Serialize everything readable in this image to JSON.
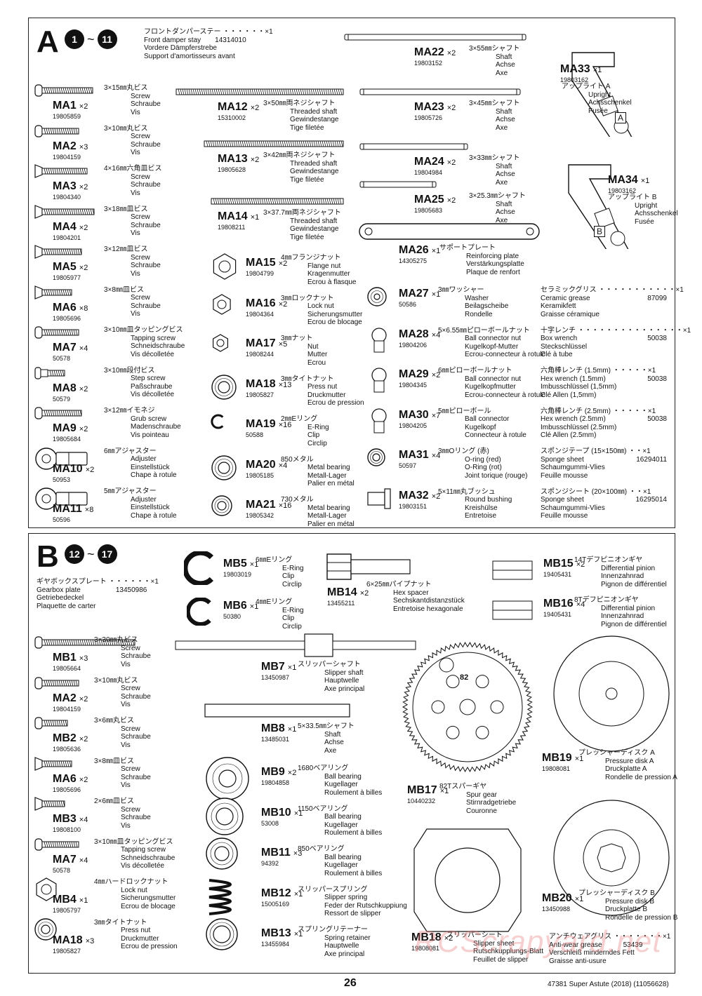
{
  "sectionA": {
    "letter": "A",
    "step_from": "1",
    "step_to": "11",
    "tilde": "~",
    "header_item": {
      "jp": "フロントダンパーステー ・・・・・・×1",
      "en": "Front damper stay",
      "pn": "14314010",
      "de": "Vordere Dämpferstrebe",
      "fr": "Support d'amortisseurs avant"
    },
    "left_parts": [
      {
        "code": "MA1",
        "qty": "×2",
        "pn": "19805859",
        "jp": "3×15㎜丸ビス",
        "en": "Screw",
        "de": "Schraube",
        "fr": "Vis"
      },
      {
        "code": "MA2",
        "qty": "×3",
        "pn": "19804159",
        "jp": "3×10㎜丸ビス",
        "en": "Screw",
        "de": "Schraube",
        "fr": "Vis"
      },
      {
        "code": "MA3",
        "qty": "×2",
        "pn": "19804340",
        "jp": "4×16㎜六角皿ビス",
        "en": "Screw",
        "de": "Schraube",
        "fr": "Vis"
      },
      {
        "code": "MA4",
        "qty": "×2",
        "pn": "19804201",
        "jp": "3×18㎜皿ビス",
        "en": "Screw",
        "de": "Schraube",
        "fr": "Vis"
      },
      {
        "code": "MA5",
        "qty": "×2",
        "pn": "19805977",
        "jp": "3×12㎜皿ビス",
        "en": "Screw",
        "de": "Schraube",
        "fr": "Vis"
      },
      {
        "code": "MA6",
        "qty": "×8",
        "pn": "19805696",
        "jp": "3×8㎜皿ビス",
        "en": "Screw",
        "de": "Schraube",
        "fr": "Vis"
      },
      {
        "code": "MA7",
        "qty": "×4",
        "pn": "50578",
        "jp": "3×10㎜皿タッピングビス",
        "en": "Tapping screw",
        "de": "Schneidschraube",
        "fr": "Vis décolletée"
      },
      {
        "code": "MA8",
        "qty": "×2",
        "pn": "50579",
        "jp": "3×10㎜段付ビス",
        "en": "Step screw",
        "de": "Paßschraube",
        "fr": "Vis décolletée"
      },
      {
        "code": "MA9",
        "qty": "×2",
        "pn": "19805684",
        "jp": "3×12㎜イモネジ",
        "en": "Grub screw",
        "de": "Madenschraube",
        "fr": "Vis pointeau"
      },
      {
        "code": "MA10",
        "qty": "×2",
        "pn": "50953",
        "jp": "6㎜アジャスター",
        "en": "Adjuster",
        "de": "Einstellstück",
        "fr": "Chape à rotule"
      },
      {
        "code": "MA11",
        "qty": "×8",
        "pn": "50596",
        "jp": "5㎜アジャスター",
        "en": "Adjuster",
        "de": "Einstellstück",
        "fr": "Chape à rotule"
      }
    ],
    "mid_parts": [
      {
        "code": "MA12",
        "qty": "×2",
        "pn": "15310002",
        "jp": "3×50㎜両ネジシャフト",
        "en": "Threaded shaft",
        "de": "Gewindestange",
        "fr": "Tige filetée"
      },
      {
        "code": "MA13",
        "qty": "×2",
        "pn": "19805628",
        "jp": "3×42㎜両ネジシャフト",
        "en": "Threaded shaft",
        "de": "Gewindestange",
        "fr": "Tige filetée"
      },
      {
        "code": "MA14",
        "qty": "×1",
        "pn": "19808211",
        "jp": "3×37.7㎜両ネジシャフト",
        "en": "Threaded shaft",
        "de": "Gewindestange",
        "fr": "Tige filetée"
      },
      {
        "code": "MA15",
        "qty": "×2",
        "pn": "19804799",
        "jp": "4㎜フランジナット",
        "en": "Flange nut",
        "de": "Kragenmutter",
        "fr": "Ecrou à flasque"
      },
      {
        "code": "MA16",
        "qty": "×2",
        "pn": "19804364",
        "jp": "3㎜ロックナット",
        "en": "Lock nut",
        "de": "Sicherungsmutter",
        "fr": "Ecrou de blocage"
      },
      {
        "code": "MA17",
        "qty": "×5",
        "pn": "19808244",
        "jp": "3㎜ナット",
        "en": "Nut",
        "de": "Mutter",
        "fr": "Ecrou"
      },
      {
        "code": "MA18",
        "qty": "×13",
        "pn": "19805827",
        "jp": "3㎜タイトナット",
        "en": "Press nut",
        "de": "Druckmutter",
        "fr": "Ecrou de pression"
      },
      {
        "code": "MA19",
        "qty": "×16",
        "pn": "50588",
        "jp": "2㎜Eリング",
        "en": "E-Ring",
        "de": "Clip",
        "fr": "Circlip"
      },
      {
        "code": "MA20",
        "qty": "×4",
        "pn": "19805185",
        "jp": "850メタル",
        "en": "Metal bearing",
        "de": "Metall-Lager",
        "fr": "Palier en métal"
      },
      {
        "code": "MA21",
        "qty": "×16",
        "pn": "19805342",
        "jp": "730メタル",
        "en": "Metal bearing",
        "de": "Metall-Lager",
        "fr": "Palier en métal"
      }
    ],
    "right_parts": [
      {
        "code": "MA22",
        "qty": "×2",
        "pn": "19803152",
        "jp": "3×55㎜シャフト",
        "en": "Shaft",
        "de": "Achse",
        "fr": "Axe"
      },
      {
        "code": "MA23",
        "qty": "×2",
        "pn": "19805726",
        "jp": "3×45㎜シャフト",
        "en": "Shaft",
        "de": "Achse",
        "fr": "Axe"
      },
      {
        "code": "MA24",
        "qty": "×2",
        "pn": "19804984",
        "jp": "3×33㎜シャフト",
        "en": "Shaft",
        "de": "Achse",
        "fr": "Axe"
      },
      {
        "code": "MA25",
        "qty": "×2",
        "pn": "19805683",
        "jp": "3×25.3㎜シャフト",
        "en": "Shaft",
        "de": "Achse",
        "fr": "Axe"
      },
      {
        "code": "MA26",
        "qty": "×1",
        "pn": "14305275",
        "jp": "サポートプレート",
        "en": "Reinforcing plate",
        "de": "Verstärkungsplatte",
        "fr": "Plaque de renfort"
      },
      {
        "code": "MA27",
        "qty": "×1",
        "pn": "50586",
        "jp": "3㎜ワッシャー",
        "en": "Washer",
        "de": "Beilagscheibe",
        "fr": "Rondelle"
      },
      {
        "code": "MA28",
        "qty": "×4",
        "pn": "19804206",
        "jp": "5×6.55㎜ピローボールナット",
        "en": "Ball connector nut",
        "de": "Kugelkopf-Mutter",
        "fr": "Ecrou-connecteur à rotule"
      },
      {
        "code": "MA29",
        "qty": "×2",
        "pn": "19804345",
        "jp": "6㎜ピローボールナット",
        "en": "Ball connector nut",
        "de": "Kugelkopfmutter",
        "fr": "Ecrou-connecteur à rotule"
      },
      {
        "code": "MA30",
        "qty": "×7",
        "pn": "19804205",
        "jp": "5㎜ピローボール",
        "en": "Ball connector",
        "de": "Kugelkopf",
        "fr": "Connecteur à rotule"
      },
      {
        "code": "MA31",
        "qty": "×4",
        "pn": "50597",
        "jp": "3㎜Oリング (赤)",
        "en": "O-ring (red)",
        "de": "O-Ring (rot)",
        "fr": "Joint torique (rouge)"
      },
      {
        "code": "MA32",
        "qty": "×2",
        "pn": "19803151",
        "jp": "5×11㎜丸ブッシュ",
        "en": "Round bushing",
        "de": "Kreishülse",
        "fr": "Entretoise"
      }
    ],
    "uprights": [
      {
        "code": "MA33",
        "qty": "×1",
        "pn": "19803162",
        "jp": "アップライト A",
        "en": "Upright",
        "de": "Achsschenkel",
        "fr": "Fusée",
        "tag": "A"
      },
      {
        "code": "MA34",
        "qty": "×1",
        "pn": "19803162",
        "jp": "アップライト B",
        "en": "Upright",
        "de": "Achsschenkel",
        "fr": "Fusée",
        "tag": "B"
      }
    ],
    "tools": [
      {
        "jp": "セラミックグリス ・・・・・・・・・・・×1",
        "en": "Ceramic grease",
        "pn": "87099",
        "de": "Keramikfett",
        "fr": "Graisse céramique"
      },
      {
        "jp": "十字レンチ ・・・・・・・・・・・・・・・×1",
        "en": "Box wrench",
        "pn": "50038",
        "de": "Steckschlüssel",
        "fr": "Clé à tube"
      },
      {
        "jp": "六角棒レンチ (1.5mm) ・・・・・×1",
        "en": "Hex wrench (1.5mm)",
        "pn": "50038",
        "de": "Imbusschlüssel (1,5mm)",
        "fr": "Clé Allen (1,5mm)"
      },
      {
        "jp": "六角棒レンチ (2.5mm) ・・・・・×1",
        "en": "Hex wrench (2.5mm)",
        "pn": "50038",
        "de": "Imbusschlüssel (2.5mm)",
        "fr": "Clé Allen (2.5mm)"
      },
      {
        "jp": "スポンジテープ (15×150㎜) ・・×1",
        "en": "Sponge sheet",
        "pn": "16294011",
        "de": "Schaumgummi-Vlies",
        "fr": "Feuille mousse"
      },
      {
        "jp": "スポンジシート (20×100㎜) ・・×1",
        "en": "Sponge sheet",
        "pn": "16295014",
        "de": "Schaumgummi-Vlies",
        "fr": "Feuille mousse"
      }
    ]
  },
  "sectionB": {
    "letter": "B",
    "step_from": "12",
    "step_to": "17",
    "tilde": "~",
    "header_item": {
      "jp": "ギヤボックスプレート ・・・・・・×1",
      "en": "Gearbox plate",
      "pn": "13450986",
      "de": "Getriebedeckel",
      "fr": "Plaquette de carter"
    },
    "left_parts": [
      {
        "code": "MB1",
        "qty": "×3",
        "pn": "19805664",
        "jp": "3×30㎜丸ビス",
        "en": "Screw",
        "de": "Schraube",
        "fr": "Vis"
      },
      {
        "code": "MA2",
        "qty": "×2",
        "pn": "19804159",
        "jp": "3×10㎜丸ビス",
        "en": "Screw",
        "de": "Schraube",
        "fr": "Vis"
      },
      {
        "code": "MB2",
        "qty": "×2",
        "pn": "19805636",
        "jp": "3×6㎜丸ビス",
        "en": "Screw",
        "de": "Schraube",
        "fr": "Vis"
      },
      {
        "code": "MA6",
        "qty": "×2",
        "pn": "19805696",
        "jp": "3×8㎜皿ビス",
        "en": "Screw",
        "de": "Schraube",
        "fr": "Vis"
      },
      {
        "code": "MB3",
        "qty": "×4",
        "pn": "19808100",
        "jp": "2×6㎜皿ビス",
        "en": "Screw",
        "de": "Schraube",
        "fr": "Vis"
      },
      {
        "code": "MA7",
        "qty": "×4",
        "pn": "50578",
        "jp": "3×10㎜皿タッピングビス",
        "en": "Tapping screw",
        "de": "Schneidschraube",
        "fr": "Vis décolletée"
      },
      {
        "code": "MB4",
        "qty": "×1",
        "pn": "19805797",
        "jp": "4㎜ハードロックナット",
        "en": "Lock nut",
        "de": "Sicherungsmutter",
        "fr": "Ecrou de blocage"
      },
      {
        "code": "MA18",
        "qty": "×3",
        "pn": "19805827",
        "jp": "3㎜タイトナット",
        "en": "Press nut",
        "de": "Druckmutter",
        "fr": "Ecrou de pression"
      }
    ],
    "mid_parts": [
      {
        "code": "MB5",
        "qty": "×1",
        "pn": "19803019",
        "jp": "6㎜Eリング",
        "en": "E-Ring",
        "de": "Clip",
        "fr": "Circlip"
      },
      {
        "code": "MB6",
        "qty": "×1",
        "pn": "50380",
        "jp": "4㎜Eリング",
        "en": "E-Ring",
        "de": "Clip",
        "fr": "Circlip"
      },
      {
        "code": "MB14",
        "qty": "×2",
        "pn": "13455211",
        "jp": "6×25㎜パイプナット",
        "en": "Hex spacer",
        "de": "Sechskantdistanzstück",
        "fr": "Entretoise hexagonale"
      },
      {
        "code": "MB7",
        "qty": "×1",
        "pn": "13450987",
        "jp": "スリッパーシャフト",
        "en": "Slipper shaft",
        "de": "Hauptwelle",
        "fr": "Axe principal"
      },
      {
        "code": "MB8",
        "qty": "×1",
        "pn": "13485031",
        "jp": "5×33.5㎜シャフト",
        "en": "Shaft",
        "de": "Achse",
        "fr": "Axe"
      },
      {
        "code": "MB9",
        "qty": "×2",
        "pn": "19804858",
        "jp": "1680ベアリング",
        "en": "Ball bearing",
        "de": "Kugellager",
        "fr": "Roulement à billes"
      },
      {
        "code": "MB10",
        "qty": "×1",
        "pn": "53008",
        "jp": "1150ベアリング",
        "en": "Ball bearing",
        "de": "Kugellager",
        "fr": "Roulement à billes"
      },
      {
        "code": "MB11",
        "qty": "×3",
        "pn": "94392",
        "jp": "850ベアリング",
        "en": "Ball bearing",
        "de": "Kugellager",
        "fr": "Roulement à billes"
      },
      {
        "code": "MB12",
        "qty": "×1",
        "pn": "15005169",
        "jp": "スリッパースプリング",
        "en": "Slipper spring",
        "de": "Feder der Rutschkuppiung",
        "fr": "Ressort de slipper"
      },
      {
        "code": "MB13",
        "qty": "×1",
        "pn": "13455984",
        "jp": "スプリングリテーナー",
        "en": "Spring retainer",
        "de": "Hauptwelle",
        "fr": "Axe principal"
      }
    ],
    "right_parts": [
      {
        "code": "MB15",
        "qty": "×2",
        "pn": "19405431",
        "jp": "14Tデフピニオンギヤ",
        "en": "Differential pinion",
        "de": "Innenzahnrad",
        "fr": "Pignon de différentiel"
      },
      {
        "code": "MB16",
        "qty": "×4",
        "pn": "19405431",
        "jp": "8Tデフピニオンギヤ",
        "en": "Differential pinion",
        "de": "Innenzahnrad",
        "fr": "Pignon de différentiel"
      },
      {
        "code": "MB17",
        "qty": "×1",
        "pn": "10440232",
        "jp": "82Tスパーギヤ",
        "en": "Spur gear",
        "de": "Stirnradgetriebe",
        "fr": "Couronne",
        "gear_label": "82"
      },
      {
        "code": "MB18",
        "qty": "×2",
        "pn": "19808081",
        "jp": "スリッパーシート",
        "en": "Slipper sheet",
        "de": "Rutschkupplungs-Blatt",
        "fr": "Feuillet de slipper"
      },
      {
        "code": "MB19",
        "qty": "×1",
        "pn": "19808081",
        "jp": "プレッシャーディスク A",
        "en": "Pressure disk A",
        "de": "Druckplatte A",
        "fr": "Rondelle de pression A"
      },
      {
        "code": "MB20",
        "qty": "×1",
        "pn": "13450988",
        "jp": "プレッシャーディスク B",
        "en": "Pressure disk B",
        "de": "Druckplatte B",
        "fr": "Rondelle de pression B"
      }
    ],
    "grease": {
      "jp": "アンチウェアグリス ・・・・・・・×1",
      "en": "Anti-wear grease",
      "pn": "53439",
      "de": "Verschleiß minderndes Fett",
      "fr": "Graisse anti-usure"
    }
  },
  "footer": {
    "page": "26",
    "title": "47381 Super Astute (2018) (11056628)",
    "watermark": "RCScrapyard.net"
  }
}
